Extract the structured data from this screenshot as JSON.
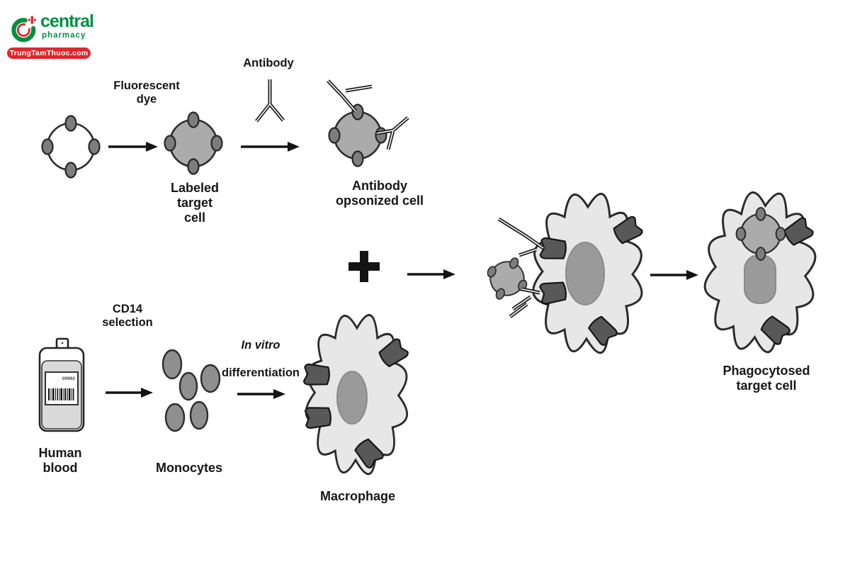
{
  "watermark": {
    "brand": "central",
    "tagline": "pharmacy",
    "badge": "TrungTamThuoc.com",
    "colors": {
      "green": "#00913f",
      "red": "#e2262c"
    }
  },
  "figure": {
    "steps": {
      "fluorescent_dye": "Fluorescent\ndye",
      "antibody": "Antibody",
      "cd14_selection": "CD14\nselection",
      "in_vitro": "In vitro",
      "differentiation": "differentiation"
    },
    "entities": {
      "labeled_target_cell": "Labeled\ntarget\ncell",
      "antibody_opsonized_cell": "Antibody\nopsonized cell",
      "human_blood": "Human\nblood",
      "monocytes": "Monocytes",
      "macrophage": "Macrophage",
      "phagocytosed_target_cell": "Phagocytosed\ntarget cell"
    },
    "operators": {
      "plus": "+"
    },
    "bottle": {
      "number": "09992"
    },
    "colors": {
      "target_cell_fill": "#ababab",
      "macrophage_fill": "#e7e7e7",
      "nucleus_fill": "#9a9a9a",
      "receptor_fill": "#585858",
      "outline": "#2a2a2a",
      "text": "#161616"
    }
  }
}
